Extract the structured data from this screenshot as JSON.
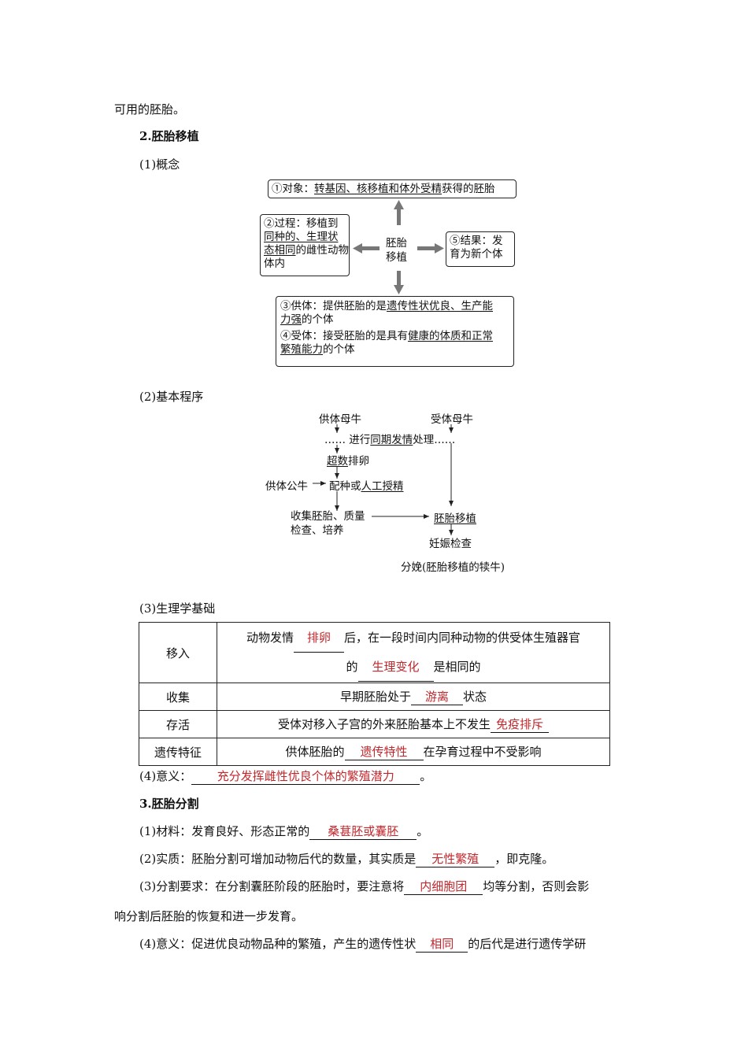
{
  "top_line": "可用的胚胎。",
  "section2": {
    "heading": "2.胚胎移植",
    "concept_heading": "(1)概念",
    "diagram": {
      "center_l1": "胚胎",
      "center_l2": "移植",
      "object_prefix": "①对象：",
      "object_fill": "转基因、核移植和体外受精",
      "object_suffix": "获得的胚胎",
      "process_prefix": "②过程：移植到",
      "process_fill1": "同种的、生理状",
      "process_fill2": "态相同",
      "process_suffix": "的雌性动物体内",
      "result_prefix": "⑤结果：发",
      "result_l2": "育为新个体",
      "donor_prefix": "③供体：提供胚胎的是",
      "donor_fill1": "遗传性状优良、生产能",
      "donor_fill2": "力强",
      "donor_suffix": "的个体",
      "recipient_prefix": "④受体：接受胚胎的是具有",
      "recipient_fill1": "健康的体质和正常",
      "recipient_fill2": "繁殖能力",
      "recipient_suffix": "的个体"
    },
    "procedure_heading": "(2)基本程序",
    "flow": {
      "donor_cow": "供体母牛",
      "recipient_cow": "受体母牛",
      "dots_left": "……",
      "sync_prefix": "进行",
      "sync_fill": "同期发情",
      "sync_suffix": "处理……",
      "superov_fill": "超数",
      "superov_suffix": "排卵",
      "donor_bull": "供体公牛",
      "mating_prefix": "配种或",
      "mating_fill": "人工授精",
      "collect_l1": "收集胚胎、质量",
      "collect_l2": "检查、培养",
      "transfer_fill": "胚胎移植",
      "pregnancy": "妊娠检查",
      "birth": "分娩(胚胎移植的犊牛)"
    },
    "physiology_heading": "(3)生理学基础",
    "table": [
      {
        "label": "移入",
        "pre": "动物发情",
        "fill": "排卵",
        "post": "后，在一段时间内同种动物的供受体生殖器官",
        "pre2": "的",
        "fill2": "生理变化",
        "post2": "是相同的"
      },
      {
        "label": "收集",
        "pre": "早期胚胎处于",
        "fill": "游离",
        "post": "状态"
      },
      {
        "label": "存活",
        "pre": "受体对移入子宫的外来胚胎基本上不发生",
        "fill": "免疫排斥",
        "post": ""
      },
      {
        "label": "遗传特征",
        "pre": "供体胚胎的",
        "fill": "遗传特性",
        "post": "在孕育过程中不受影响"
      }
    ],
    "significance_prefix": "(4)意义：",
    "significance_fill": "充分发挥雌性优良个体的繁殖潜力",
    "significance_suffix": "。"
  },
  "section3": {
    "heading": "3.胚胎分割",
    "material_prefix": "(1)材料：发育良好、形态正常的",
    "material_fill": "桑葚胚或囊胚",
    "material_suffix": "。",
    "essence_prefix": "(2)实质：胚胎分割可增加动物后代的数量，其实质是",
    "essence_fill": "无性繁殖",
    "essence_suffix": "，即克隆。",
    "req_prefix": "(3)分割要求：在分割囊胚阶段的胚胎时，要注意将",
    "req_fill": "内细胞团",
    "req_suffix": "均等分割，否则会影",
    "req_line2": "响分割后胚胎的恢复和进一步发育。",
    "sig_prefix": "(4)意义：促进优良动物品种的繁殖，产生的遗传性状",
    "sig_fill": "相同",
    "sig_suffix": "的后代是进行遗传学研"
  }
}
